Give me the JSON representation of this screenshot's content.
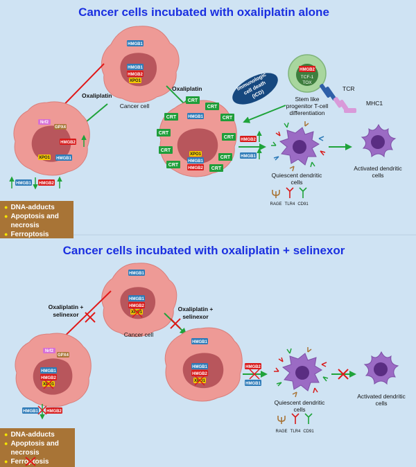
{
  "top": {
    "title": "Cancer cells incubated with oxaliplatin alone",
    "labels": {
      "oxaliplatin_left": "Oxaliplatin",
      "oxaliplatin_right": "Oxaliplatin",
      "cancer_cell": "Cancer cell",
      "icd_line1": "Immunologic",
      "icd_line2": "cell death",
      "icd_line3": "(ICD)",
      "stem_line1": "Stem like",
      "stem_line2": "progenitor T-cell",
      "stem_line3": "differentiation",
      "tcr": "TCR",
      "mhc1": "MHC1",
      "tcf1": "TCF-1",
      "tox": "TOX",
      "quiescent_line1": "Quiescent dendritic",
      "quiescent_line2": "cells",
      "activated_line1": "Activated dendritic",
      "activated_line2": "cells",
      "rage": "RAGE",
      "tlr4": "TLR4",
      "cd91": "CD91"
    },
    "outcomes": [
      "DNA-adducts",
      "Apoptosis and",
      "necrosis",
      "Ferroptosis"
    ]
  },
  "bottom": {
    "title": "Cancer cells incubated with oxaliplatin + selinexor",
    "labels": {
      "oxsel_left_line1": "Oxaliplatin +",
      "oxsel_left_line2": "selinexor",
      "oxsel_right_line1": "Oxaliplatin +",
      "oxsel_right_line2": "selinexor",
      "cancer_cell": "Cancer cell",
      "quiescent_line1": "Quiescent dendritic",
      "quiescent_line2": "cells",
      "activated_line1": "Activated dendritic",
      "activated_line2": "cells",
      "rage": "RAGE",
      "tlr4": "TLR4",
      "cd91": "CD91"
    },
    "outcomes": [
      "DNA-adducts",
      "Apoptosis and",
      "necrosis",
      "Ferroptosis"
    ]
  },
  "tags": {
    "hmgb1": "HMGB1",
    "hmgb2": "HMGB2",
    "xpo1": "XPO1",
    "nrf2": "Nrf2",
    "gpx4": "GPX4",
    "crt": "CRT"
  },
  "colors": {
    "title": "#1a2fe0",
    "background": "#cfe3f3",
    "cell_fill": "#ee9a96",
    "nucleus_fill": "#b8565c",
    "green_arrow": "#1fa33a",
    "red_arrow": "#e01818",
    "hmgb1": "#2e7bb8",
    "hmgb2": "#d81b1b",
    "xpo1": "#f5c800",
    "crt": "#1f9e3a",
    "icd": "#16487f",
    "outcome_box": "#a87436",
    "dendritic": "#9b6bc4"
  }
}
